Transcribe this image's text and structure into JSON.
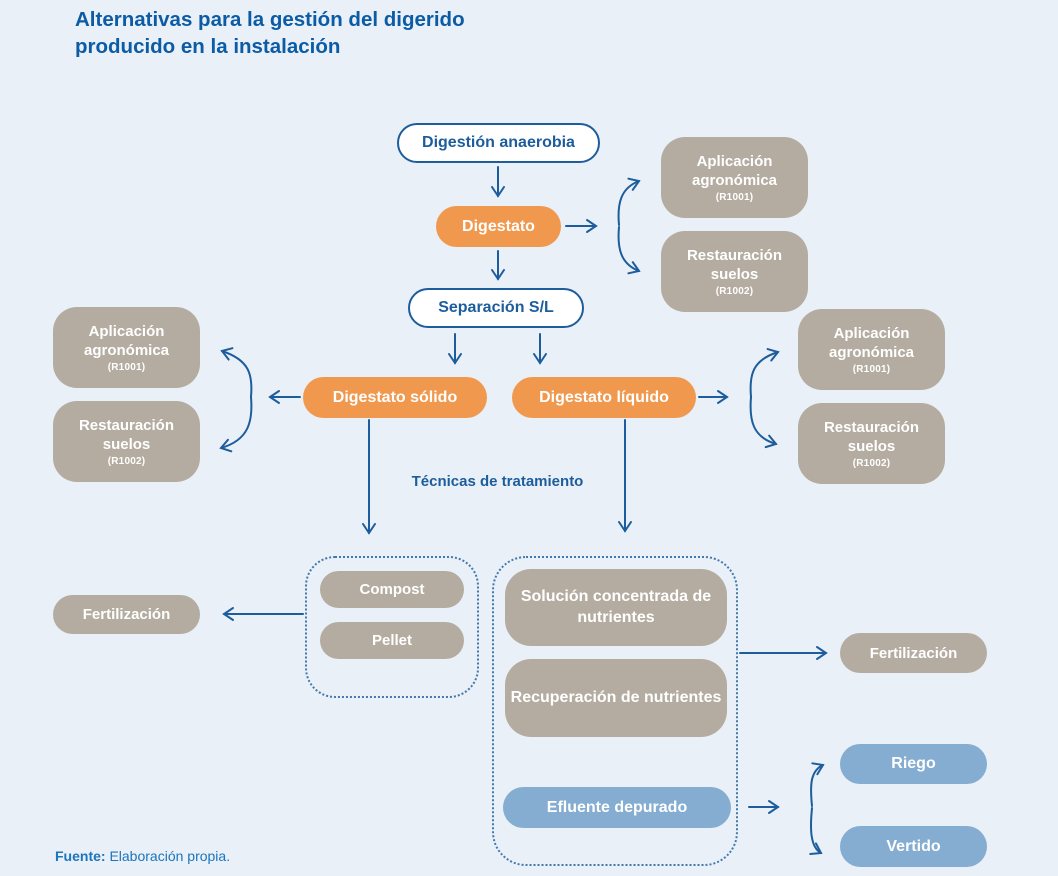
{
  "page": {
    "title_line1": "Alternativas para la gestión del digerido",
    "title_line2": "producido en la instalación",
    "source_label": "Fuente:",
    "source_text": " Elaboración propia."
  },
  "colors": {
    "background": "#e9f0f8",
    "dark_blue_lines": "#1d5d9c",
    "title_blue": "#0c5ba5",
    "source_blue": "#1b75bc",
    "orange_node": "#f0994e",
    "taupe_node": "#b4aca0",
    "soft_blue_node": "#84add1",
    "dotted_border": "#4379ad"
  },
  "flow": {
    "digestion_anaerobia": "Digestión anaerobia",
    "digestato": "Digestato",
    "separacion": "Separación S/L",
    "digestato_solido": "Digestato sólido",
    "digestato_liquido": "Digestato líquido",
    "tecnicas_tratamiento": "Técnicas de tratamiento"
  },
  "valorization": {
    "aplicacion_label": "Aplicación agronómica",
    "aplicacion_code": "(R1001)",
    "restauracion_label": "Restauración suelos",
    "restauracion_code": "(R1002)"
  },
  "solid_treatment": {
    "compost": "Compost",
    "pellet": "Pellet",
    "fertilizacion": "Fertilización"
  },
  "liquid_treatment": {
    "solucion_concentrada": "Solución concentrada de nutrientes",
    "recuperacion": "Recuperación de nutrientes",
    "efluente_depurado": "Efluente depurado",
    "fertilizacion": "Fertilización",
    "riego": "Riego",
    "vertido": "Vertido"
  }
}
